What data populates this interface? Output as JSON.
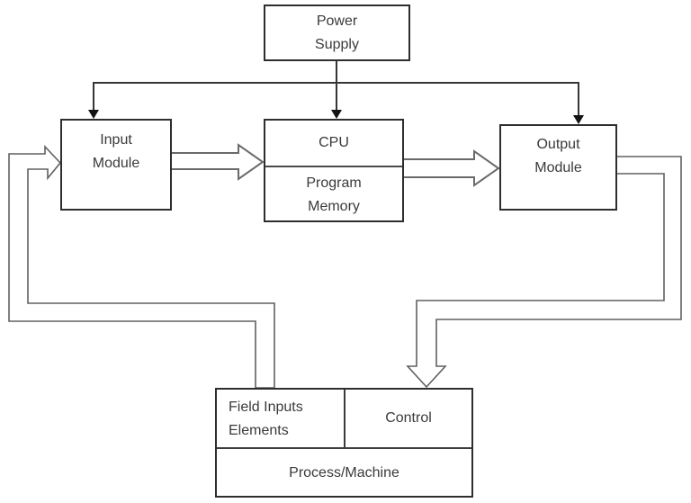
{
  "diagram": {
    "type": "block-diagram",
    "subject": "PLC architecture",
    "nodes": {
      "power_supply": {
        "line1": "Power",
        "line2": "Supply"
      },
      "input_module": {
        "line1": "Input",
        "line2": "Module"
      },
      "cpu": {
        "title": "CPU",
        "memory_line1": "Program",
        "memory_line2": "Memory"
      },
      "output_module": {
        "line1": "Output",
        "line2": "Module"
      },
      "field_inputs": {
        "line1": "Field Inputs",
        "line2": "Elements"
      },
      "control": {
        "label": "Control"
      },
      "process_machine": {
        "label": "Process/Machine"
      }
    },
    "edges": [
      {
        "from": "Power Supply",
        "to": "Input Module",
        "style": "thin-arrow"
      },
      {
        "from": "Power Supply",
        "to": "CPU",
        "style": "thin-arrow"
      },
      {
        "from": "Power Supply",
        "to": "Output Module",
        "style": "thin-arrow"
      },
      {
        "from": "Input Module",
        "to": "CPU",
        "style": "hollow-block-arrow"
      },
      {
        "from": "CPU",
        "to": "Output Module",
        "style": "hollow-block-arrow"
      },
      {
        "from": "Output Module",
        "to": "Control",
        "style": "hollow-pipe-arrow"
      },
      {
        "from": "Field Inputs Elements",
        "to": "Input Module",
        "style": "hollow-pipe-arrow"
      }
    ],
    "colors": {
      "background": "#ffffff",
      "box_border": "#2e2e2e",
      "thin_connector": "#363636",
      "solid_arrowhead": "#141414",
      "hollow_outline": "#606060",
      "text": "#3a3a3a"
    }
  }
}
